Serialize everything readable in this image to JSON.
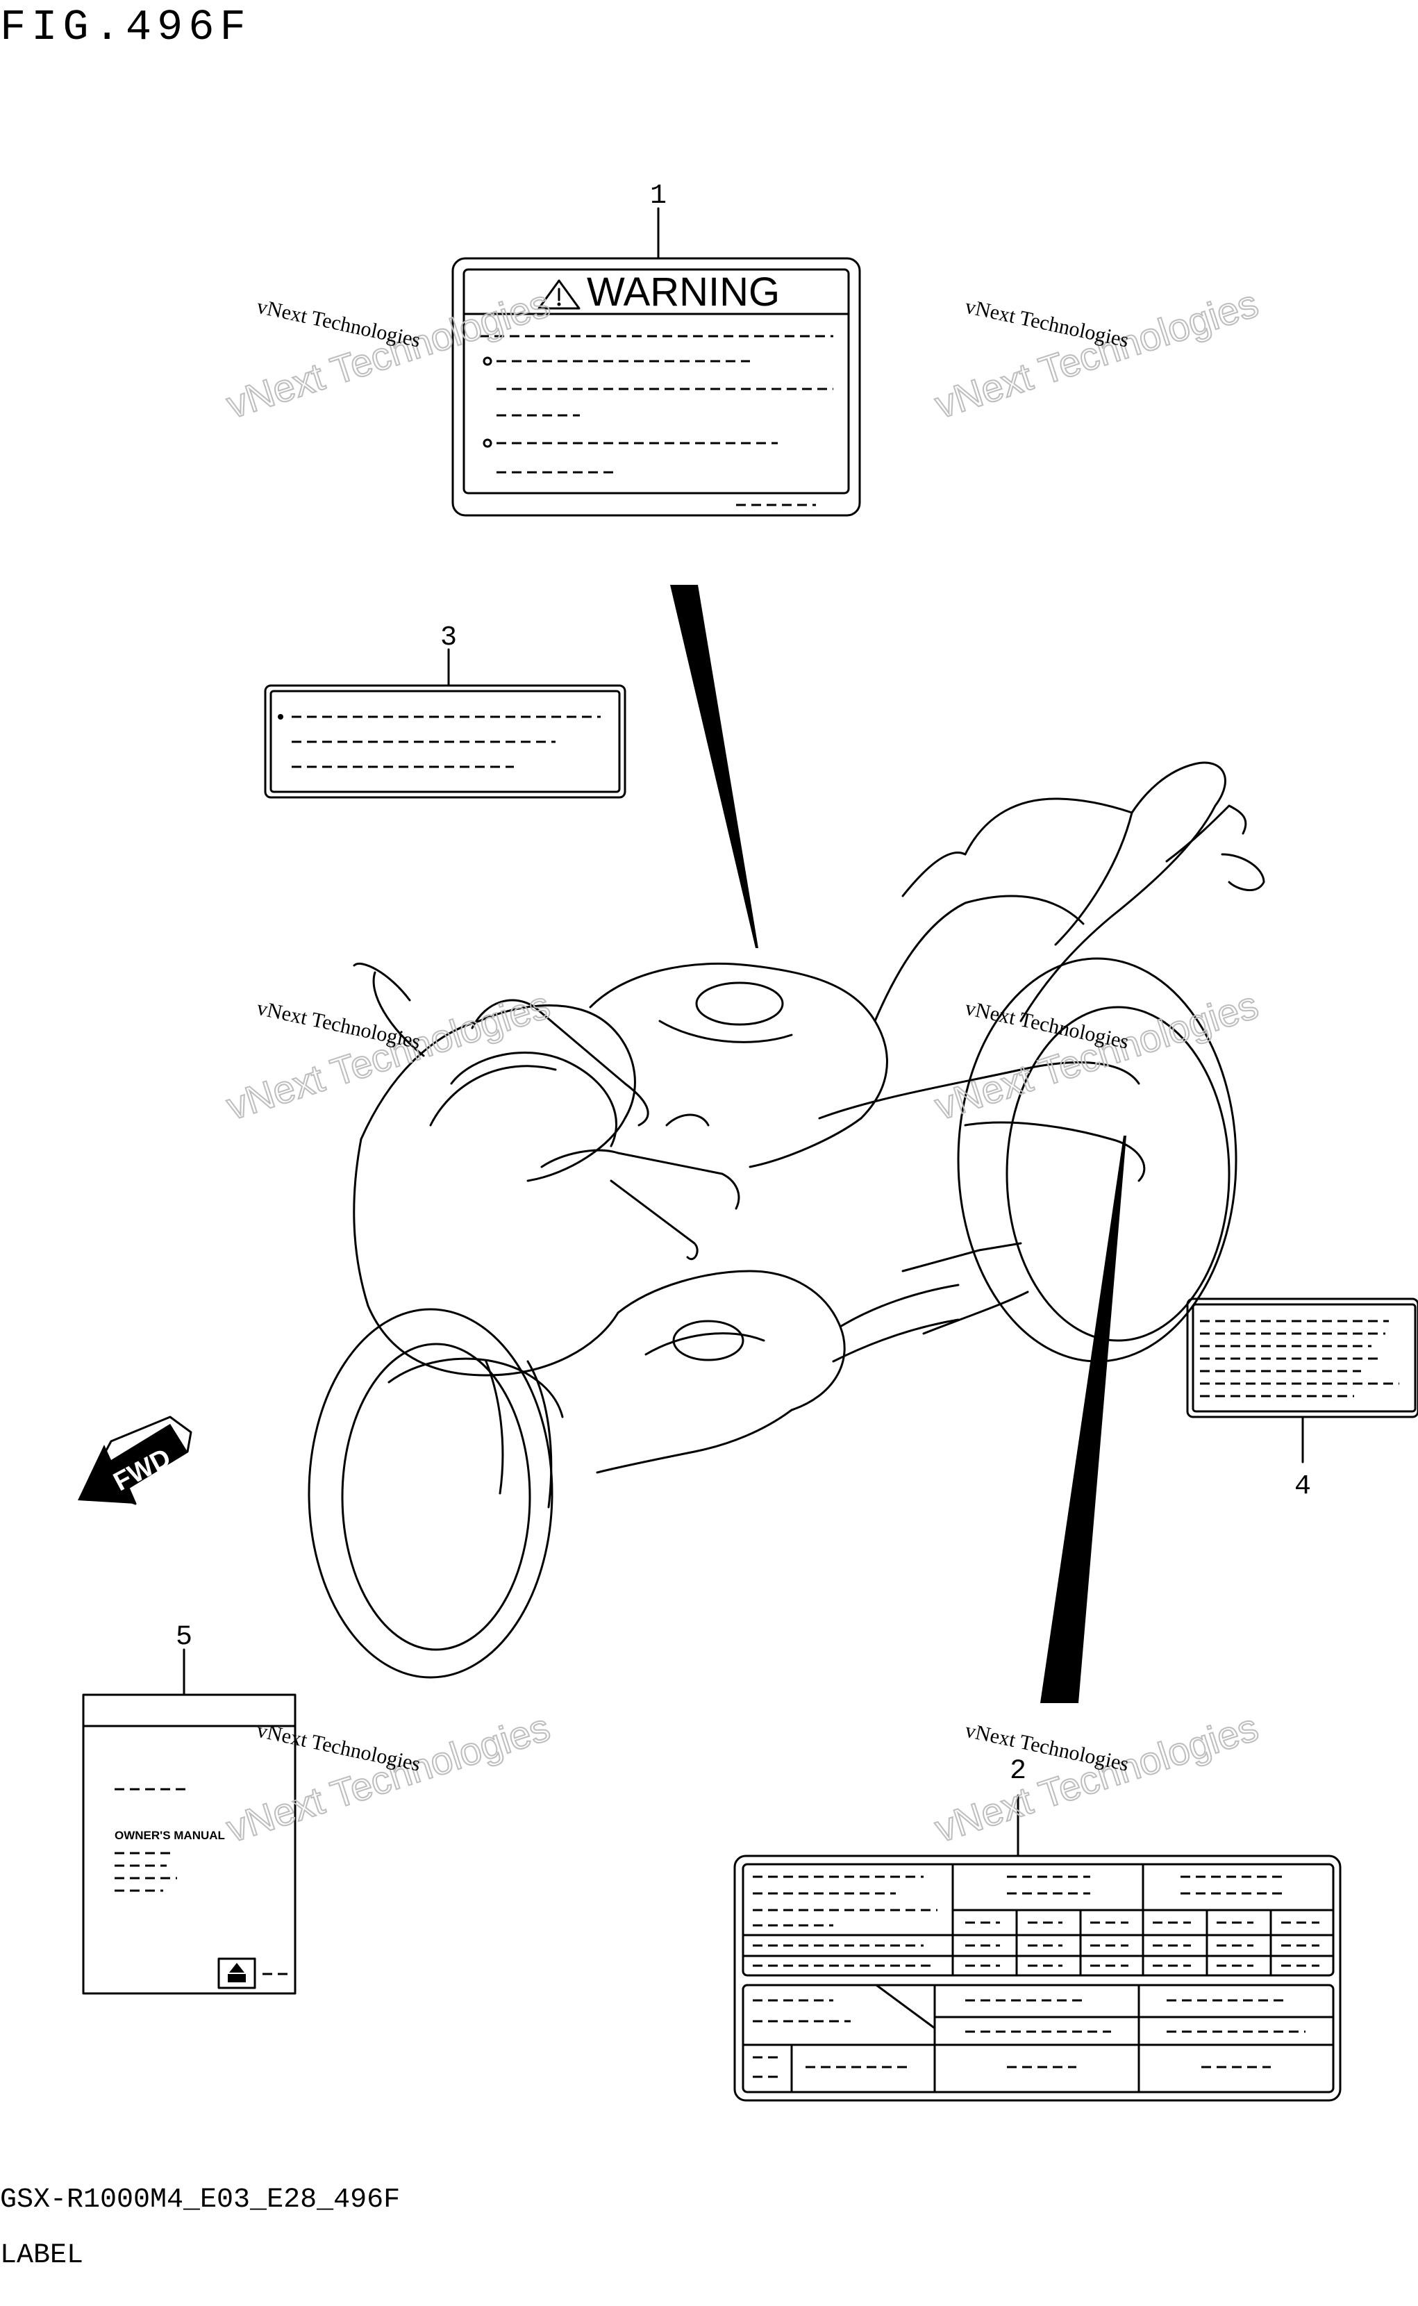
{
  "figure": {
    "title": "FIG.496F",
    "code": "GSX-R1000M4_E03_E28_496F",
    "section_label": "LABEL"
  },
  "callouts": [
    "1",
    "2",
    "3",
    "4",
    "5"
  ],
  "labels": {
    "warning_heading": "WARNING",
    "manual_title": "OWNER'S MANUAL",
    "direction_arrow": "FWD"
  },
  "watermark": {
    "line1": "vNext Technologies",
    "line2": "vNext Technologies"
  }
}
